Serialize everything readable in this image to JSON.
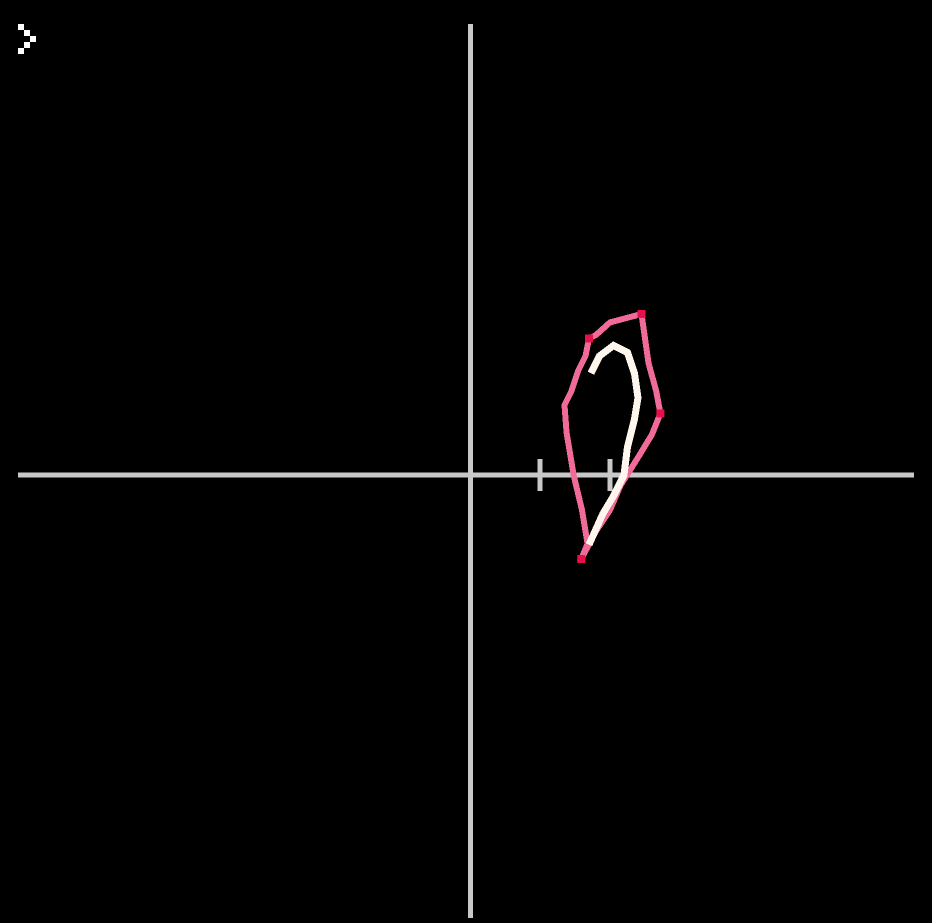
{
  "app": {
    "prompt_icon": "chevron-right-icon"
  },
  "colors": {
    "background": "#000000",
    "axis": "#c8c8c8",
    "outer_curve": "#f06a9a",
    "outer_curve_vertex": "#e8104a",
    "inner_curve": "#fff6ee",
    "prompt": "#ffffff"
  },
  "diagram": {
    "axes": {
      "x_ticks": [
        1,
        2
      ],
      "tick_unit": "unit"
    },
    "curves": [
      {
        "name": "",
        "role": "outer",
        "points": [
          [
            1.59,
            -1.2
          ],
          [
            1.8,
            -0.8
          ],
          [
            2.0,
            -0.5
          ],
          [
            2.15,
            -0.15
          ],
          [
            2.4,
            0.25
          ],
          [
            2.6,
            0.58
          ],
          [
            2.72,
            0.88
          ],
          [
            2.66,
            1.2
          ],
          [
            2.55,
            1.6
          ],
          [
            2.45,
            2.3
          ],
          [
            2.0,
            2.18
          ],
          [
            1.8,
            2.0
          ],
          [
            1.7,
            1.95
          ],
          [
            1.65,
            1.7
          ],
          [
            1.55,
            1.5
          ],
          [
            1.45,
            1.2
          ],
          [
            1.35,
            1.0
          ],
          [
            1.38,
            0.6
          ],
          [
            1.48,
            0.0
          ],
          [
            1.6,
            -0.5
          ],
          [
            1.68,
            -0.98
          ],
          [
            1.59,
            -1.2
          ]
        ],
        "vertices": [
          [
            1.59,
            -1.2
          ],
          [
            2.45,
            2.3
          ],
          [
            1.7,
            1.95
          ],
          [
            2.72,
            0.88
          ]
        ]
      },
      {
        "name": "",
        "role": "inner",
        "points": [
          [
            1.72,
            -0.95
          ],
          [
            1.9,
            -0.55
          ],
          [
            2.05,
            -0.3
          ],
          [
            2.2,
            0.0
          ],
          [
            2.25,
            0.4
          ],
          [
            2.35,
            0.8
          ],
          [
            2.4,
            1.1
          ],
          [
            2.35,
            1.45
          ],
          [
            2.25,
            1.75
          ],
          [
            2.05,
            1.85
          ],
          [
            1.85,
            1.7
          ],
          [
            1.75,
            1.5
          ]
        ]
      }
    ]
  }
}
